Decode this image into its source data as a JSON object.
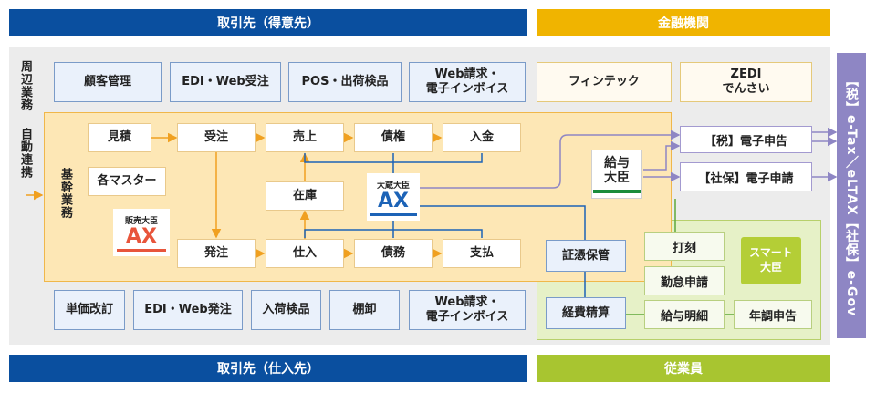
{
  "bands": {
    "top_customers": "取引先（得意先）",
    "top_finance": "金融機関",
    "bottom_suppliers": "取引先（仕入先）",
    "bottom_employees": "従業員"
  },
  "side_labels": {
    "peripheral": "周辺業務",
    "auto_link": "自動連携",
    "core": "基幹業務"
  },
  "top_row": {
    "customer_mgmt": "顧客管理",
    "edi_order_in": "EDI・Web受注",
    "pos": "POS・出荷検品",
    "web_invoice_top_l1": "Web請求・",
    "web_invoice_top_l2": "電子インボイス",
    "fintech": "フィンテック",
    "zedi_l1": "ZEDI",
    "zedi_l2": "でんさい"
  },
  "core_flow": {
    "estimate": "見積",
    "order_received": "受注",
    "sales": "売上",
    "receivables": "債権",
    "payment_in": "入金",
    "masters": "各マスター",
    "inventory": "在庫",
    "order_placed": "発注",
    "purchase": "仕入",
    "payables": "債務",
    "payment_out": "支払"
  },
  "logos": {
    "hanbai_caption": "販売大臣",
    "hanbai_ax": "AX",
    "okura_caption": "大蔵大臣",
    "okura_ax": "AX",
    "kyuyo_l1": "給与",
    "kyuyo_l2": "大臣",
    "smart_l1": "スマート",
    "smart_l2": "大臣"
  },
  "right_side": {
    "tax_filing": "【税】電子申告",
    "social_filing": "【社保】電子申請",
    "voucher": "証憑保管",
    "expense": "経費精算",
    "clock": "打刻",
    "attendance": "勤怠申請",
    "payslip": "給与明細",
    "year_end": "年調申告"
  },
  "bottom_row": {
    "price_revision": "単価改訂",
    "edi_order_out": "EDI・Web発注",
    "receiving": "入荷検品",
    "stocktake": "棚卸",
    "web_invoice_bottom_l1": "Web請求・",
    "web_invoice_bottom_l2": "電子インボイス"
  },
  "gov_bar": "【税】e-Tax／eLTAX【社保】e-Gov",
  "colors": {
    "blue": "#0a4f9f",
    "yellow": "#f0b400",
    "green": "#a8c530",
    "purple": "#8e86c4",
    "hanbai_red": "#e8553b",
    "okura_blue": "#1c63b7",
    "kyuyo_green": "#1a8c3a"
  }
}
